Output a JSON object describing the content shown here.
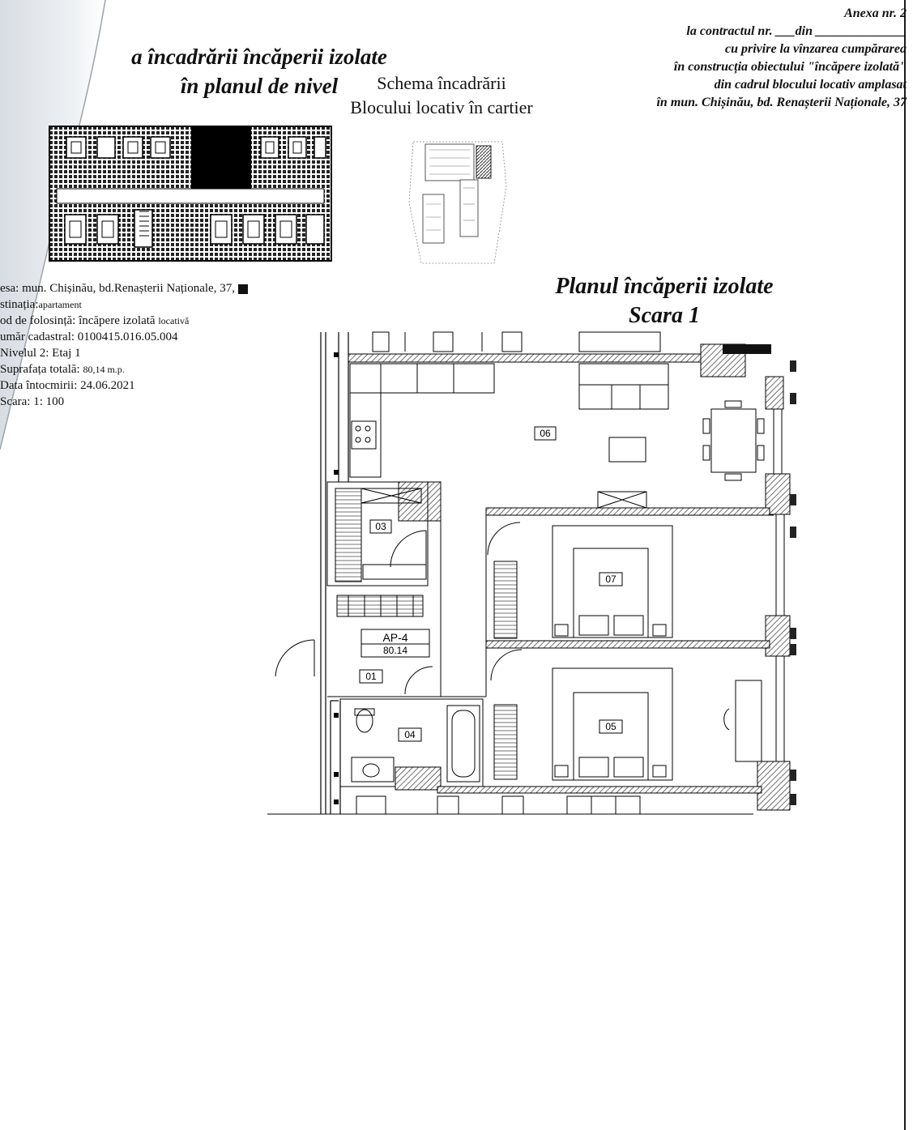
{
  "annex": {
    "title": "Anexa nr. 2",
    "contract": "la contractul nr. ___din ______________",
    "line2": "cu privire la vînzarea cumpărarea",
    "line3": "în construcția obiectului \"încăpere izolată\"",
    "line4": "din cadrul blocului locativ amplasat",
    "line5": "în mun. Chișinău, bd. Renașterii Naționale, 37"
  },
  "left_title": {
    "line1": "a încadrării încăperii izolate",
    "line2": "în planul de nivel"
  },
  "schema_title": {
    "line1": "Schema încadrării",
    "line2": "Blocului locativ în cartier"
  },
  "plan_title": {
    "line1": "Planul încăperii izolate",
    "line2": "Scara 1"
  },
  "info": {
    "address": "esa: mun. Chișinău, bd.Renașterii Naționale, 37,",
    "destination_label": "stinația:",
    "destination_value": "apartament",
    "use_label": "od de folosință: încăpere izolată",
    "use_value": "locativă",
    "cadastral": "umăr cadastral: 0100415.016.05.004",
    "level": "Nivelul 2: Etaj 1",
    "area_label": "Suprafața totală:",
    "area_value": "80,14 m.p.",
    "date": "Data întocmirii: 24.06.2021",
    "scale": "Scara: 1: 100"
  },
  "plan": {
    "apartment_label": "AP-4",
    "apartment_area": "80.14",
    "rooms": [
      "06",
      "03",
      "07",
      "01",
      "04",
      "05"
    ]
  }
}
